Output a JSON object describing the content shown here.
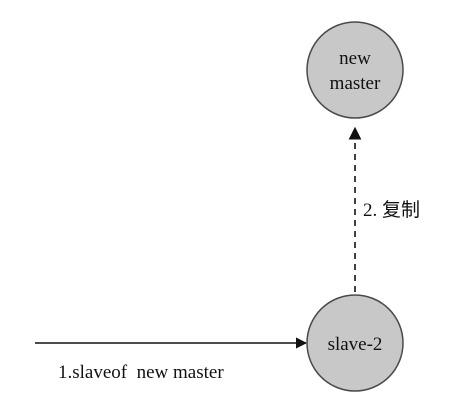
{
  "nodes": {
    "new_master": {
      "line1": "new",
      "line2": "master"
    },
    "slave_2": {
      "label": "slave-2"
    }
  },
  "edges": {
    "slaveof": {
      "label": "1.slaveof  new master",
      "style": "solid"
    },
    "replicate": {
      "label": "2. 复制",
      "style": "dashed"
    }
  },
  "colors": {
    "node_fill": "#c8c8c8",
    "node_stroke": "#4a4a4a",
    "arrow": "#111111",
    "text": "#111111"
  }
}
